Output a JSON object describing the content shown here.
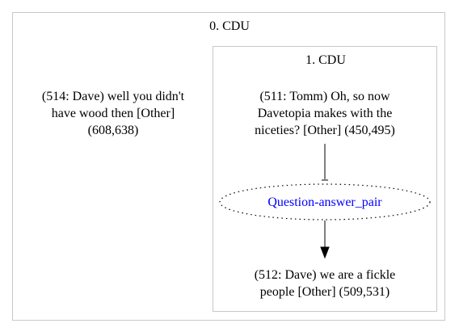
{
  "clusters": {
    "outer": {
      "label": "0. CDU"
    },
    "inner": {
      "label": "1. CDU"
    }
  },
  "nodes": {
    "n514": {
      "text": "(514: Dave) well you didn't\nhave wood then [Other]\n(608,638)"
    },
    "n511": {
      "text": "(511: Tomm) Oh, so now\nDavetopia makes with the\nniceties? [Other] (450,495)"
    },
    "n512": {
      "text": "(512: Dave) we are a fickle\npeople [Other] (509,531)"
    }
  },
  "relation": {
    "label": "Question-answer_pair",
    "label_color": "#0000ff",
    "edge_style": "dotted-ellipse"
  },
  "colors": {
    "cluster_border": "#c8c8c8",
    "text": "#000000"
  }
}
